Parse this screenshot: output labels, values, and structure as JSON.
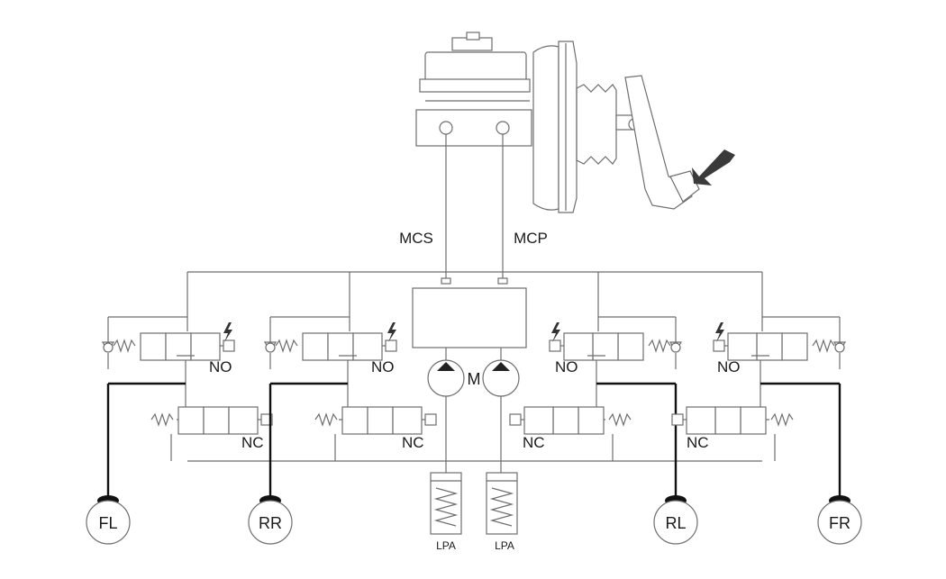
{
  "labels": {
    "mcs": "MCS",
    "mcp": "MCP",
    "motor": "M",
    "lpa_left": "LPA",
    "lpa_right": "LPA",
    "wheel_fl": "FL",
    "wheel_rr": "RR",
    "wheel_rl": "RL",
    "wheel_fr": "FR",
    "valve_no": "NO",
    "valve_nc": "NC"
  },
  "colors": {
    "line": "#6e6e6e",
    "brake_line": "#111111",
    "arrow": "#3a3a3a"
  },
  "icons": {
    "pedal_arrow": "pedal-press-arrow-icon",
    "solenoid": "lightning-icon"
  }
}
